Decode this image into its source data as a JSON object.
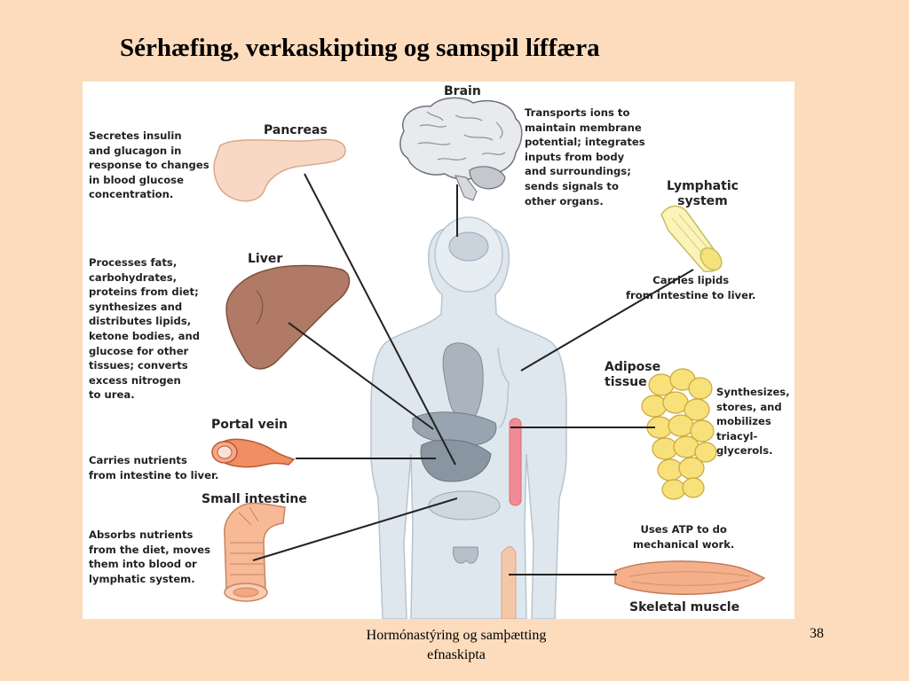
{
  "slide": {
    "title": "Sérhæfing, verkaskipting og samspil líffæra",
    "footer": "Hormónastýring og samþætting\nefnaskipta",
    "page_number": "38"
  },
  "organs": {
    "brain": {
      "name": "Brain",
      "description": "Transports ions to\nmaintain membrane\npotential; integrates\ninputs from body\nand surroundings;\nsends signals to\nother organs."
    },
    "pancreas": {
      "name": "Pancreas",
      "description": "Secretes insulin\nand glucagon in\nresponse to changes\nin blood glucose\nconcentration."
    },
    "lymphatic_system": {
      "name": "Lymphatic\nsystem",
      "description": "Carries lipids\nfrom intestine to liver."
    },
    "liver": {
      "name": "Liver",
      "description": "Processes fats,\ncarbohydrates,\nproteins from diet;\nsynthesizes and\ndistributes lipids,\nketone bodies, and\nglucose for other\ntissues; converts\nexcess nitrogen\nto urea."
    },
    "adipose_tissue": {
      "name": "Adipose\ntissue",
      "description": "Synthesizes,\nstores, and\nmobilizes\ntriacyl-\nglycerols."
    },
    "portal_vein": {
      "name": "Portal vein",
      "description": "Carries nutrients\nfrom intestine to liver."
    },
    "small_intestine": {
      "name": "Small intestine",
      "description": "Absorbs nutrients\nfrom the diet, moves\nthem into blood or\nlymphatic system."
    },
    "skeletal_muscle": {
      "name": "Skeletal muscle",
      "description": "Uses ATP to do\nmechanical work."
    }
  }
}
